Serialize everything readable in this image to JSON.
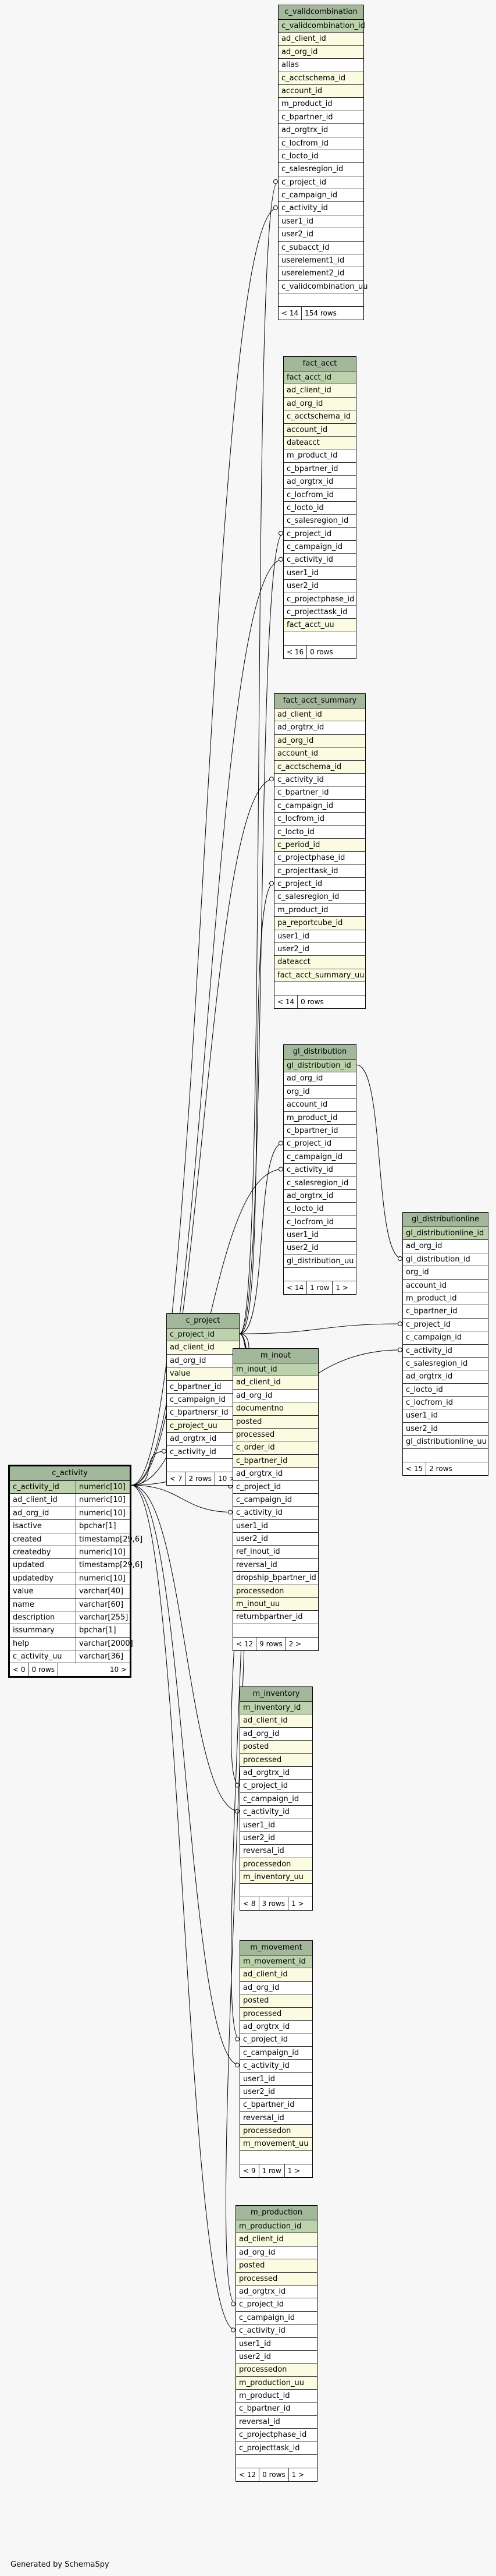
{
  "generated_by": "Generated by SchemaSpy",
  "tables": [
    {
      "id": "c_validcombination",
      "name": "c_validcombination",
      "focus": false,
      "columns": [
        {
          "name": "c_validcombination_id",
          "kind": "pk"
        },
        {
          "name": "ad_client_id",
          "kind": "fk"
        },
        {
          "name": "ad_org_id",
          "kind": "fk"
        },
        {
          "name": "alias",
          "kind": ""
        },
        {
          "name": "c_acctschema_id",
          "kind": "fk"
        },
        {
          "name": "account_id",
          "kind": "fk"
        },
        {
          "name": "m_product_id",
          "kind": ""
        },
        {
          "name": "c_bpartner_id",
          "kind": ""
        },
        {
          "name": "ad_orgtrx_id",
          "kind": ""
        },
        {
          "name": "c_locfrom_id",
          "kind": ""
        },
        {
          "name": "c_locto_id",
          "kind": ""
        },
        {
          "name": "c_salesregion_id",
          "kind": ""
        },
        {
          "name": "c_project_id",
          "kind": ""
        },
        {
          "name": "c_campaign_id",
          "kind": ""
        },
        {
          "name": "c_activity_id",
          "kind": ""
        },
        {
          "name": "user1_id",
          "kind": ""
        },
        {
          "name": "user2_id",
          "kind": ""
        },
        {
          "name": "c_subacct_id",
          "kind": ""
        },
        {
          "name": "userelement1_id",
          "kind": ""
        },
        {
          "name": "userelement2_id",
          "kind": ""
        },
        {
          "name": "c_validcombination_uu",
          "kind": ""
        }
      ],
      "footer": [
        "< 14",
        "154 rows"
      ]
    },
    {
      "id": "fact_acct",
      "name": "fact_acct",
      "focus": false,
      "columns": [
        {
          "name": "fact_acct_id",
          "kind": "pk"
        },
        {
          "name": "ad_client_id",
          "kind": "fk"
        },
        {
          "name": "ad_org_id",
          "kind": "fk"
        },
        {
          "name": "c_acctschema_id",
          "kind": "fk"
        },
        {
          "name": "account_id",
          "kind": "fk"
        },
        {
          "name": "dateacct",
          "kind": "fk"
        },
        {
          "name": "m_product_id",
          "kind": ""
        },
        {
          "name": "c_bpartner_id",
          "kind": ""
        },
        {
          "name": "ad_orgtrx_id",
          "kind": ""
        },
        {
          "name": "c_locfrom_id",
          "kind": ""
        },
        {
          "name": "c_locto_id",
          "kind": ""
        },
        {
          "name": "c_salesregion_id",
          "kind": ""
        },
        {
          "name": "c_project_id",
          "kind": ""
        },
        {
          "name": "c_campaign_id",
          "kind": ""
        },
        {
          "name": "c_activity_id",
          "kind": ""
        },
        {
          "name": "user1_id",
          "kind": ""
        },
        {
          "name": "user2_id",
          "kind": ""
        },
        {
          "name": "c_projectphase_id",
          "kind": ""
        },
        {
          "name": "c_projecttask_id",
          "kind": ""
        },
        {
          "name": "fact_acct_uu",
          "kind": "fk"
        }
      ],
      "footer": [
        "< 16",
        "0 rows"
      ]
    },
    {
      "id": "fact_acct_summary",
      "name": "fact_acct_summary",
      "focus": false,
      "columns": [
        {
          "name": "ad_client_id",
          "kind": "fk"
        },
        {
          "name": "ad_orgtrx_id",
          "kind": ""
        },
        {
          "name": "ad_org_id",
          "kind": "fk"
        },
        {
          "name": "account_id",
          "kind": "fk"
        },
        {
          "name": "c_acctschema_id",
          "kind": "fk"
        },
        {
          "name": "c_activity_id",
          "kind": ""
        },
        {
          "name": "c_bpartner_id",
          "kind": ""
        },
        {
          "name": "c_campaign_id",
          "kind": ""
        },
        {
          "name": "c_locfrom_id",
          "kind": ""
        },
        {
          "name": "c_locto_id",
          "kind": ""
        },
        {
          "name": "c_period_id",
          "kind": "fk"
        },
        {
          "name": "c_projectphase_id",
          "kind": ""
        },
        {
          "name": "c_projecttask_id",
          "kind": ""
        },
        {
          "name": "c_project_id",
          "kind": ""
        },
        {
          "name": "c_salesregion_id",
          "kind": ""
        },
        {
          "name": "m_product_id",
          "kind": ""
        },
        {
          "name": "pa_reportcube_id",
          "kind": "fk"
        },
        {
          "name": "user1_id",
          "kind": ""
        },
        {
          "name": "user2_id",
          "kind": ""
        },
        {
          "name": "dateacct",
          "kind": "fk"
        },
        {
          "name": "fact_acct_summary_uu",
          "kind": "fk"
        }
      ],
      "footer": [
        "< 14",
        "0 rows"
      ]
    },
    {
      "id": "gl_distribution",
      "name": "gl_distribution",
      "focus": false,
      "columns": [
        {
          "name": "gl_distribution_id",
          "kind": "pk"
        },
        {
          "name": "ad_org_id",
          "kind": ""
        },
        {
          "name": "org_id",
          "kind": ""
        },
        {
          "name": "account_id",
          "kind": ""
        },
        {
          "name": "m_product_id",
          "kind": ""
        },
        {
          "name": "c_bpartner_id",
          "kind": ""
        },
        {
          "name": "c_project_id",
          "kind": ""
        },
        {
          "name": "c_campaign_id",
          "kind": ""
        },
        {
          "name": "c_activity_id",
          "kind": ""
        },
        {
          "name": "c_salesregion_id",
          "kind": ""
        },
        {
          "name": "ad_orgtrx_id",
          "kind": ""
        },
        {
          "name": "c_locto_id",
          "kind": ""
        },
        {
          "name": "c_locfrom_id",
          "kind": ""
        },
        {
          "name": "user1_id",
          "kind": ""
        },
        {
          "name": "user2_id",
          "kind": ""
        },
        {
          "name": "gl_distribution_uu",
          "kind": ""
        }
      ],
      "footer": [
        "< 14",
        "1 row",
        "1 >"
      ]
    },
    {
      "id": "gl_distributionline",
      "name": "gl_distributionline",
      "focus": false,
      "columns": [
        {
          "name": "gl_distributionline_id",
          "kind": "pk"
        },
        {
          "name": "ad_org_id",
          "kind": ""
        },
        {
          "name": "gl_distribution_id",
          "kind": ""
        },
        {
          "name": "org_id",
          "kind": ""
        },
        {
          "name": "account_id",
          "kind": ""
        },
        {
          "name": "m_product_id",
          "kind": ""
        },
        {
          "name": "c_bpartner_id",
          "kind": ""
        },
        {
          "name": "c_project_id",
          "kind": ""
        },
        {
          "name": "c_campaign_id",
          "kind": ""
        },
        {
          "name": "c_activity_id",
          "kind": ""
        },
        {
          "name": "c_salesregion_id",
          "kind": ""
        },
        {
          "name": "ad_orgtrx_id",
          "kind": ""
        },
        {
          "name": "c_locto_id",
          "kind": ""
        },
        {
          "name": "c_locfrom_id",
          "kind": ""
        },
        {
          "name": "user1_id",
          "kind": ""
        },
        {
          "name": "user2_id",
          "kind": ""
        },
        {
          "name": "gl_distributionline_uu",
          "kind": ""
        }
      ],
      "footer": [
        "< 15",
        "2 rows"
      ]
    },
    {
      "id": "c_project",
      "name": "c_project",
      "focus": false,
      "columns": [
        {
          "name": "c_project_id",
          "kind": "pk"
        },
        {
          "name": "ad_client_id",
          "kind": "fk"
        },
        {
          "name": "ad_org_id",
          "kind": ""
        },
        {
          "name": "value",
          "kind": "fk"
        },
        {
          "name": "c_bpartner_id",
          "kind": ""
        },
        {
          "name": "c_campaign_id",
          "kind": ""
        },
        {
          "name": "c_bpartnersr_id",
          "kind": ""
        },
        {
          "name": "c_project_uu",
          "kind": "fk"
        },
        {
          "name": "ad_orgtrx_id",
          "kind": ""
        },
        {
          "name": "c_activity_id",
          "kind": ""
        }
      ],
      "footer": [
        "< 7",
        "2 rows",
        "10 >"
      ]
    },
    {
      "id": "m_inout",
      "name": "m_inout",
      "focus": false,
      "columns": [
        {
          "name": "m_inout_id",
          "kind": "pk"
        },
        {
          "name": "ad_client_id",
          "kind": "fk"
        },
        {
          "name": "ad_org_id",
          "kind": ""
        },
        {
          "name": "documentno",
          "kind": "fk"
        },
        {
          "name": "posted",
          "kind": "fk"
        },
        {
          "name": "processed",
          "kind": "fk"
        },
        {
          "name": "c_order_id",
          "kind": "fk"
        },
        {
          "name": "c_bpartner_id",
          "kind": "fk"
        },
        {
          "name": "ad_orgtrx_id",
          "kind": ""
        },
        {
          "name": "c_project_id",
          "kind": ""
        },
        {
          "name": "c_campaign_id",
          "kind": ""
        },
        {
          "name": "c_activity_id",
          "kind": ""
        },
        {
          "name": "user1_id",
          "kind": ""
        },
        {
          "name": "user2_id",
          "kind": ""
        },
        {
          "name": "ref_inout_id",
          "kind": ""
        },
        {
          "name": "reversal_id",
          "kind": ""
        },
        {
          "name": "dropship_bpartner_id",
          "kind": ""
        },
        {
          "name": "processedon",
          "kind": "fk"
        },
        {
          "name": "m_inout_uu",
          "kind": "fk"
        },
        {
          "name": "returnbpartner_id",
          "kind": ""
        }
      ],
      "footer": [
        "< 12",
        "9 rows",
        "2 >"
      ]
    },
    {
      "id": "c_activity",
      "name": "c_activity",
      "focus": true,
      "columns": [
        {
          "name": "c_activity_id",
          "kind": "pk",
          "type": "numeric[10]"
        },
        {
          "name": "ad_client_id",
          "kind": "",
          "type": "numeric[10]"
        },
        {
          "name": "ad_org_id",
          "kind": "",
          "type": "numeric[10]"
        },
        {
          "name": "isactive",
          "kind": "",
          "type": "bpchar[1]"
        },
        {
          "name": "created",
          "kind": "",
          "type": "timestamp[29,6]"
        },
        {
          "name": "createdby",
          "kind": "",
          "type": "numeric[10]"
        },
        {
          "name": "updated",
          "kind": "",
          "type": "timestamp[29,6]"
        },
        {
          "name": "updatedby",
          "kind": "",
          "type": "numeric[10]"
        },
        {
          "name": "value",
          "kind": "",
          "type": "varchar[40]"
        },
        {
          "name": "name",
          "kind": "",
          "type": "varchar[60]"
        },
        {
          "name": "description",
          "kind": "",
          "type": "varchar[255]"
        },
        {
          "name": "issummary",
          "kind": "",
          "type": "bpchar[1]"
        },
        {
          "name": "help",
          "kind": "",
          "type": "varchar[2000]"
        },
        {
          "name": "c_activity_uu",
          "kind": "",
          "type": "varchar[36]"
        }
      ],
      "footer": [
        "< 0",
        "0 rows",
        "10 >"
      ]
    },
    {
      "id": "m_inventory",
      "name": "m_inventory",
      "focus": false,
      "columns": [
        {
          "name": "m_inventory_id",
          "kind": "pk"
        },
        {
          "name": "ad_client_id",
          "kind": "fk"
        },
        {
          "name": "ad_org_id",
          "kind": ""
        },
        {
          "name": "posted",
          "kind": "fk"
        },
        {
          "name": "processed",
          "kind": "fk"
        },
        {
          "name": "ad_orgtrx_id",
          "kind": ""
        },
        {
          "name": "c_project_id",
          "kind": ""
        },
        {
          "name": "c_campaign_id",
          "kind": ""
        },
        {
          "name": "c_activity_id",
          "kind": ""
        },
        {
          "name": "user1_id",
          "kind": ""
        },
        {
          "name": "user2_id",
          "kind": ""
        },
        {
          "name": "reversal_id",
          "kind": ""
        },
        {
          "name": "processedon",
          "kind": "fk"
        },
        {
          "name": "m_inventory_uu",
          "kind": "fk"
        }
      ],
      "footer": [
        "< 8",
        "3 rows",
        "1 >"
      ]
    },
    {
      "id": "m_movement",
      "name": "m_movement",
      "focus": false,
      "columns": [
        {
          "name": "m_movement_id",
          "kind": "pk"
        },
        {
          "name": "ad_client_id",
          "kind": "fk"
        },
        {
          "name": "ad_org_id",
          "kind": ""
        },
        {
          "name": "posted",
          "kind": "fk"
        },
        {
          "name": "processed",
          "kind": "fk"
        },
        {
          "name": "ad_orgtrx_id",
          "kind": ""
        },
        {
          "name": "c_project_id",
          "kind": ""
        },
        {
          "name": "c_campaign_id",
          "kind": ""
        },
        {
          "name": "c_activity_id",
          "kind": ""
        },
        {
          "name": "user1_id",
          "kind": ""
        },
        {
          "name": "user2_id",
          "kind": ""
        },
        {
          "name": "c_bpartner_id",
          "kind": ""
        },
        {
          "name": "reversal_id",
          "kind": ""
        },
        {
          "name": "processedon",
          "kind": "fk"
        },
        {
          "name": "m_movement_uu",
          "kind": "fk"
        }
      ],
      "footer": [
        "< 9",
        "1 row",
        "1 >"
      ]
    },
    {
      "id": "m_production",
      "name": "m_production",
      "focus": false,
      "columns": [
        {
          "name": "m_production_id",
          "kind": "pk"
        },
        {
          "name": "ad_client_id",
          "kind": "fk"
        },
        {
          "name": "ad_org_id",
          "kind": ""
        },
        {
          "name": "posted",
          "kind": "fk"
        },
        {
          "name": "processed",
          "kind": "fk"
        },
        {
          "name": "ad_orgtrx_id",
          "kind": ""
        },
        {
          "name": "c_project_id",
          "kind": ""
        },
        {
          "name": "c_campaign_id",
          "kind": ""
        },
        {
          "name": "c_activity_id",
          "kind": ""
        },
        {
          "name": "user1_id",
          "kind": ""
        },
        {
          "name": "user2_id",
          "kind": ""
        },
        {
          "name": "processedon",
          "kind": "fk"
        },
        {
          "name": "m_production_uu",
          "kind": "fk"
        },
        {
          "name": "m_product_id",
          "kind": ""
        },
        {
          "name": "c_bpartner_id",
          "kind": ""
        },
        {
          "name": "reversal_id",
          "kind": ""
        },
        {
          "name": "c_projectphase_id",
          "kind": ""
        },
        {
          "name": "c_projecttask_id",
          "kind": ""
        }
      ],
      "footer": [
        "< 12",
        "0 rows",
        "1 >"
      ]
    }
  ],
  "relationships": [
    {
      "from": "c_validcombination.c_project_id",
      "to": "c_project.c_project_id"
    },
    {
      "from": "c_validcombination.c_activity_id",
      "to": "c_activity.c_activity_id"
    },
    {
      "from": "fact_acct.c_project_id",
      "to": "c_project.c_project_id"
    },
    {
      "from": "fact_acct.c_activity_id",
      "to": "c_activity.c_activity_id"
    },
    {
      "from": "fact_acct_summary.c_activity_id",
      "to": "c_activity.c_activity_id"
    },
    {
      "from": "fact_acct_summary.c_project_id",
      "to": "c_project.c_project_id"
    },
    {
      "from": "gl_distribution.c_project_id",
      "to": "c_project.c_project_id"
    },
    {
      "from": "gl_distribution.c_activity_id",
      "to": "c_activity.c_activity_id"
    },
    {
      "from": "gl_distributionline.gl_distribution_id",
      "to": "gl_distribution.gl_distribution_id"
    },
    {
      "from": "gl_distributionline.c_project_id",
      "to": "c_project.c_project_id"
    },
    {
      "from": "gl_distributionline.c_activity_id",
      "to": "c_activity.c_activity_id"
    },
    {
      "from": "c_project.c_activity_id",
      "to": "c_activity.c_activity_id"
    },
    {
      "from": "m_inout.c_project_id",
      "to": "c_project.c_project_id"
    },
    {
      "from": "m_inout.c_activity_id",
      "to": "c_activity.c_activity_id"
    },
    {
      "from": "m_inventory.c_project_id",
      "to": "c_project.c_project_id"
    },
    {
      "from": "m_inventory.c_activity_id",
      "to": "c_activity.c_activity_id"
    },
    {
      "from": "m_movement.c_project_id",
      "to": "c_project.c_project_id"
    },
    {
      "from": "m_movement.c_activity_id",
      "to": "c_activity.c_activity_id"
    },
    {
      "from": "m_production.c_project_id",
      "to": "c_project.c_project_id"
    },
    {
      "from": "m_production.c_activity_id",
      "to": "c_activity.c_activity_id"
    }
  ]
}
